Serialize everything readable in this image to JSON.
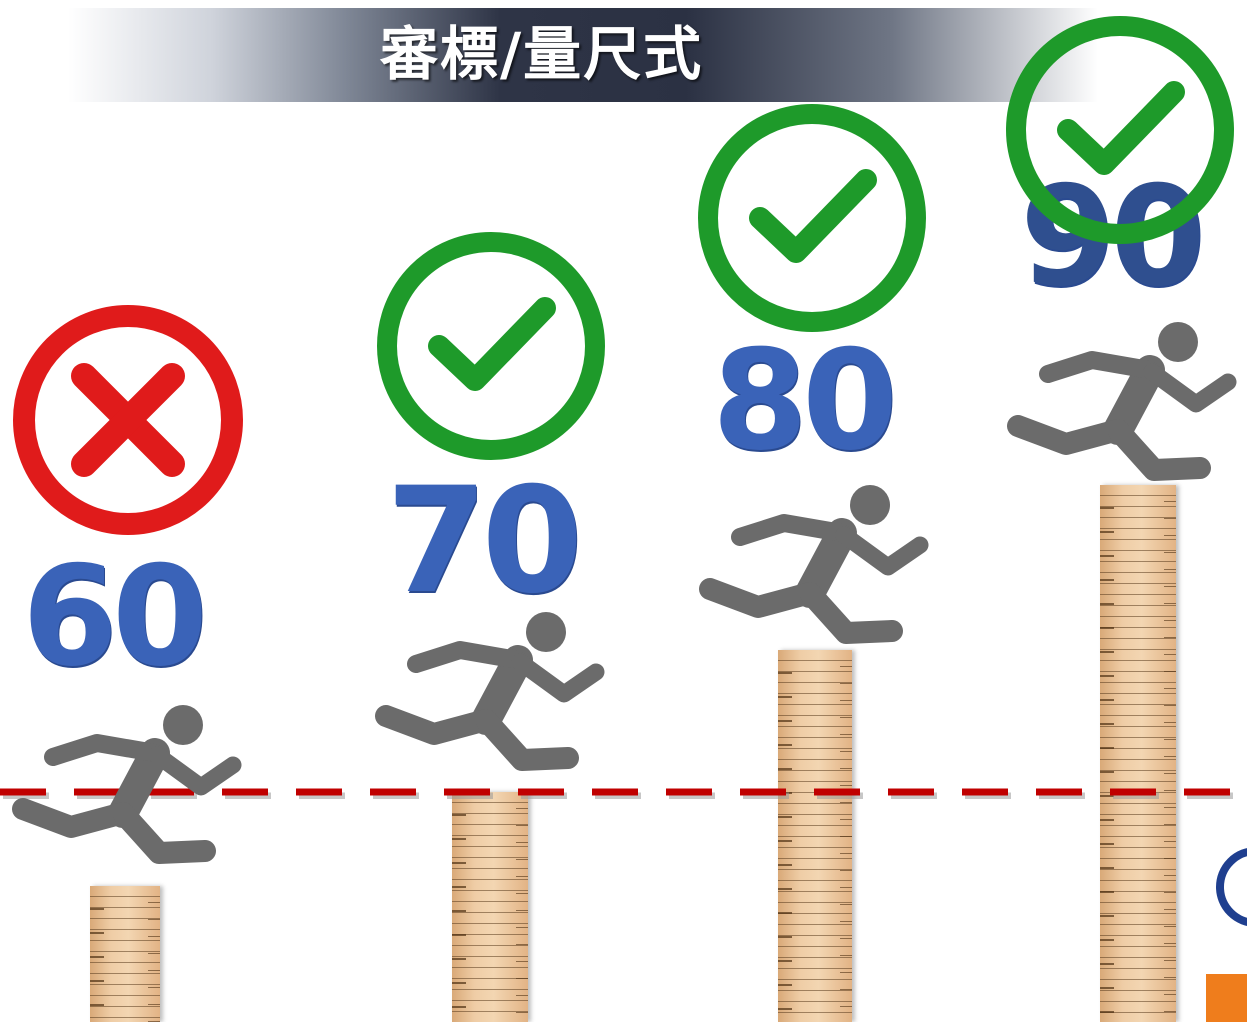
{
  "title": "審標/量尺式",
  "levels": [
    {
      "score": "60",
      "result": "fail",
      "icon": "x-circle-icon"
    },
    {
      "score": "70",
      "result": "pass",
      "icon": "check-circle-icon"
    },
    {
      "score": "80",
      "result": "pass",
      "icon": "check-circle-icon"
    },
    {
      "score": "90",
      "result": "pass",
      "icon": "check-circle-icon"
    }
  ],
  "colors": {
    "fail": "#e01b1b",
    "pass": "#1e9a2a",
    "score": "#3a63b8",
    "threshold_line": "#c00000",
    "runner": "#6b6b6b",
    "ruler": "#e8bd8e"
  }
}
